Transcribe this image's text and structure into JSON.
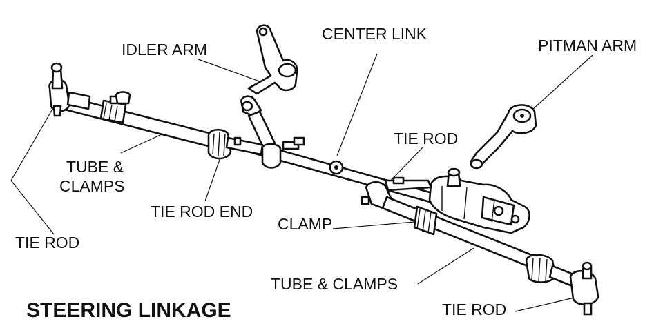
{
  "title": "STEERING LINKAGE",
  "labels": {
    "idler_arm": "IDLER ARM",
    "center_link": "CENTER LINK",
    "pitman_arm": "PITMAN ARM",
    "tie_rod_center": "TIE ROD",
    "tube_clamps_left_1": "TUBE &",
    "tube_clamps_left_2": "CLAMPS",
    "tie_rod_end": "TIE ROD END",
    "clamp": "CLAMP",
    "tie_rod_left": "TIE ROD",
    "tube_clamps_right": "TUBE & CLAMPS",
    "tie_rod_right": "TIE ROD"
  },
  "colors": {
    "ink": "#111111",
    "background": "#ffffff"
  }
}
